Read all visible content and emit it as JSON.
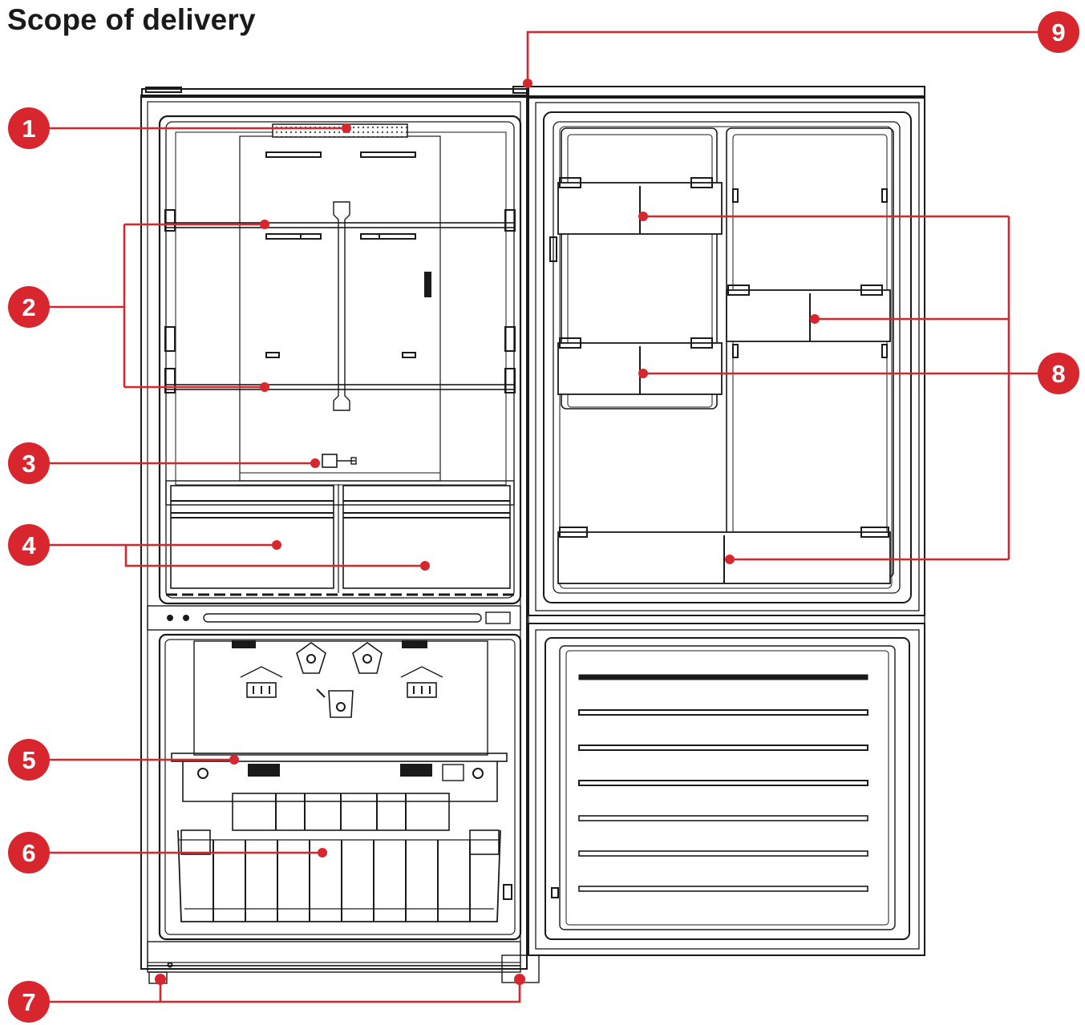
{
  "title": "Scope of delivery",
  "colors": {
    "accent": "#d7262e",
    "line": "#1a1a1a"
  },
  "callouts": [
    "1",
    "2",
    "3",
    "4",
    "5",
    "6",
    "7",
    "8",
    "9"
  ]
}
